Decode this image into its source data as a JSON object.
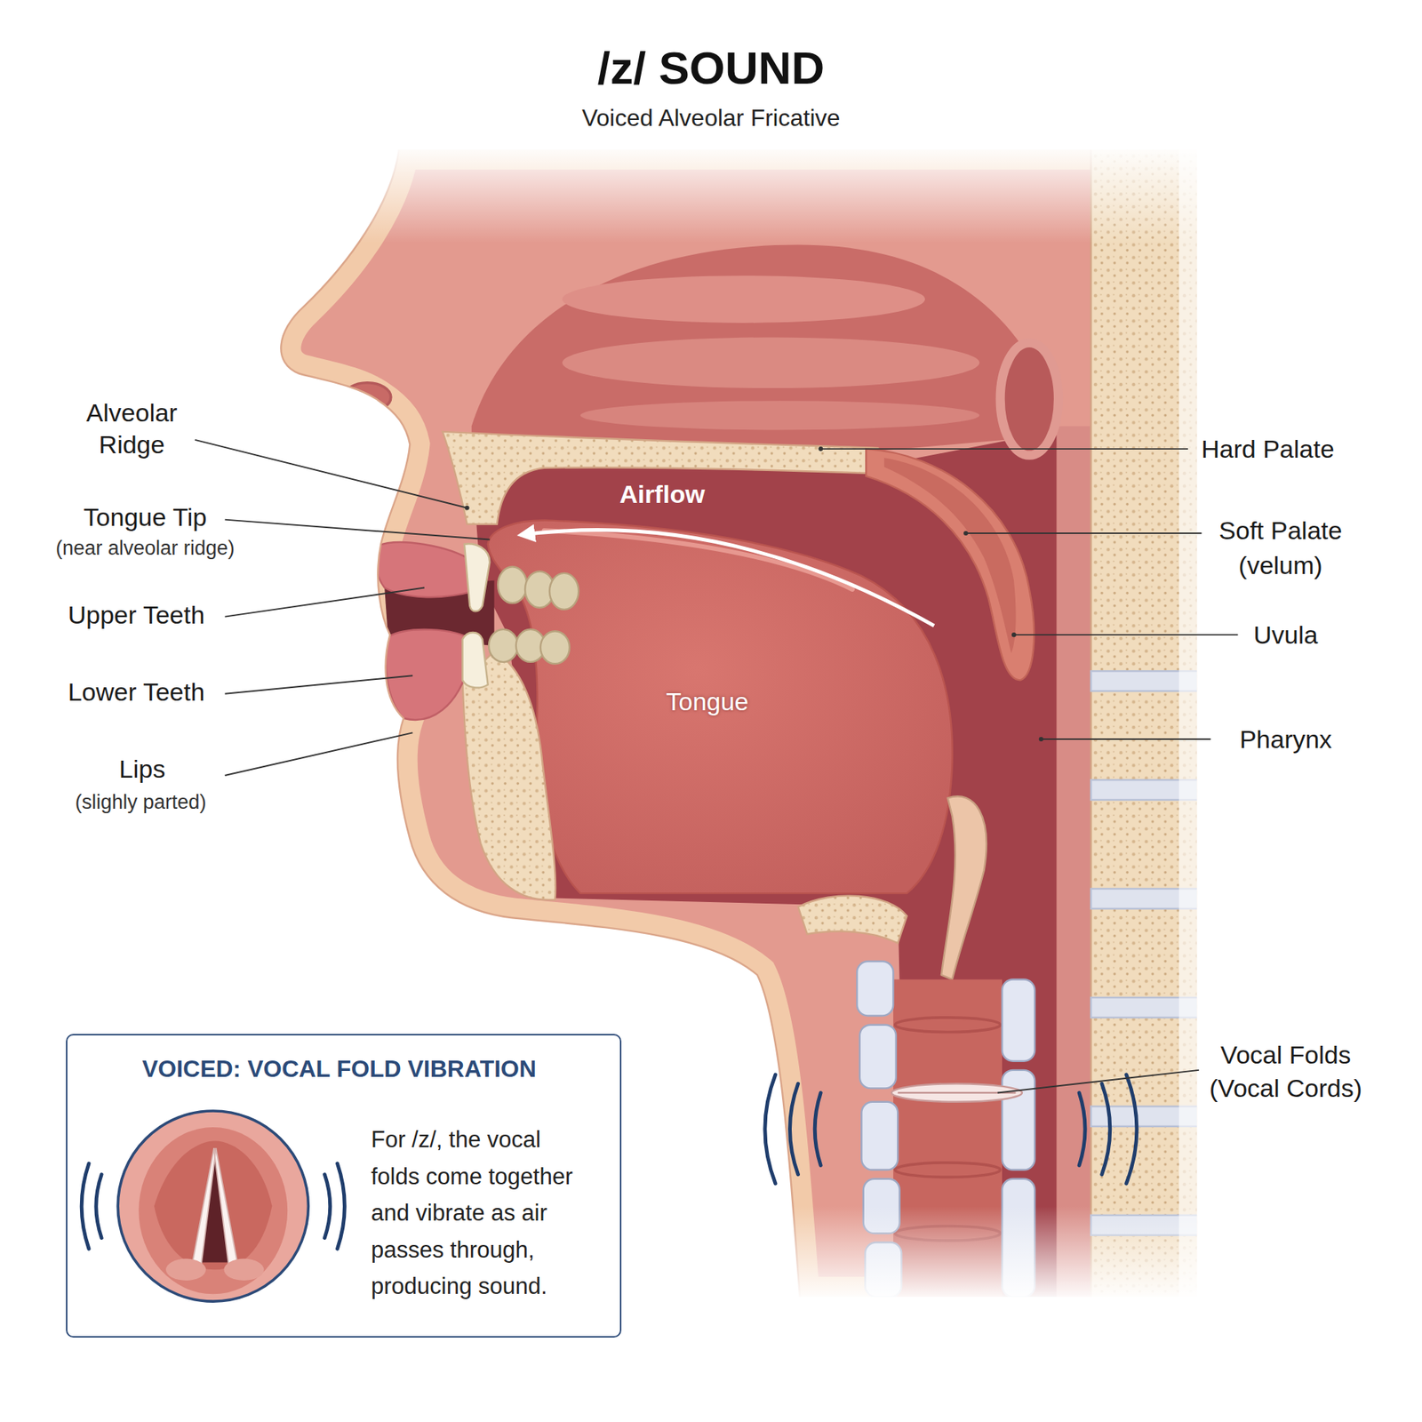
{
  "diagram": {
    "title": "/z/ SOUND",
    "nodes": [
      {
        "text": [
          "VOICED: VOCAL FOLD VIBRATION",
          "For /z/, the vocal folds come together and vibrate as air passes through, producing sound."
        ]
      }
    ],
    "labels": [
      "Voiced Alveolar Fricative",
      "Alveolar Ridge",
      "Tongue Tip",
      "(near alveolar ridge)",
      "Upper Teeth",
      "Lower Teeth",
      "Lips",
      "(slighly parted)",
      "Airflow",
      "Tongue",
      "Hard Palate",
      "Soft Palate",
      "(velum)",
      "Uvula",
      "Pharynx",
      "Vocal Folds",
      "(Vocal Cords)"
    ]
  }
}
